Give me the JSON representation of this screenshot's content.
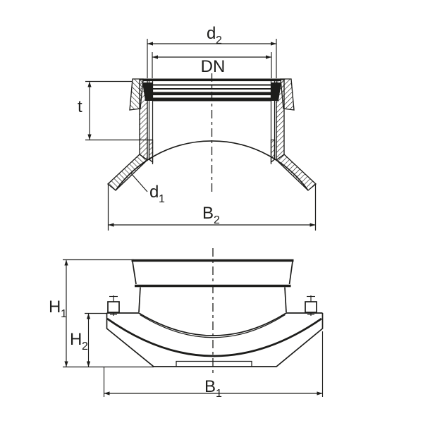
{
  "colors": {
    "line": "#1d1d1b",
    "background": "#ffffff"
  },
  "drawing": {
    "top_view": {
      "dims": {
        "d2": {
          "main": "d",
          "sub": "2"
        },
        "dn": {
          "label": "DN"
        },
        "t": {
          "label": "t"
        },
        "d1": {
          "main": "d",
          "sub": "1"
        },
        "b2": {
          "main": "B",
          "sub": "2"
        }
      }
    },
    "bottom_view": {
      "dims": {
        "h1": {
          "main": "H",
          "sub": "1"
        },
        "h2": {
          "main": "H",
          "sub": "2"
        },
        "b1": {
          "main": "B",
          "sub": "1"
        }
      }
    }
  }
}
